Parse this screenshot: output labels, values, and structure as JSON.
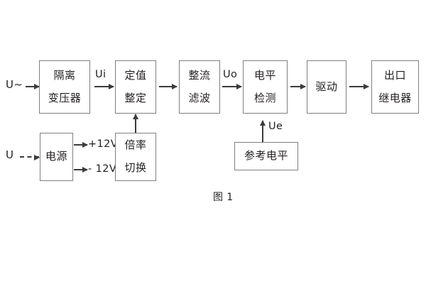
{
  "figure": {
    "caption": "图 1",
    "colors": {
      "box_border": "#808080",
      "arrow": "#3b3b3b",
      "text": "#231f20",
      "background": "#ffffff"
    }
  },
  "blocks": {
    "isolation_transformer": {
      "line1": "隔离",
      "line2": "变压器"
    },
    "setting_value": {
      "line1": "定值",
      "line2": "整定"
    },
    "rectify_filter": {
      "line1": "整流",
      "line2": "滤波"
    },
    "level_detection": {
      "line1": "电平",
      "line2": "检测"
    },
    "drive": {
      "line1": "驱动"
    },
    "output_relay": {
      "line1": "出口",
      "line2": "继电器"
    },
    "power_supply": {
      "line1": "电源"
    },
    "multiplier_switch": {
      "line1": "倍率",
      "line2": "切换"
    },
    "reference_level": {
      "line1": "参考电平"
    }
  },
  "labels": {
    "input_ac": "U~",
    "input_dc": "U",
    "signal_ui": "Ui",
    "signal_uo": "Uo",
    "signal_ue": "Ue",
    "rail_positive": "+12V",
    "rail_negative": "- 12V"
  }
}
